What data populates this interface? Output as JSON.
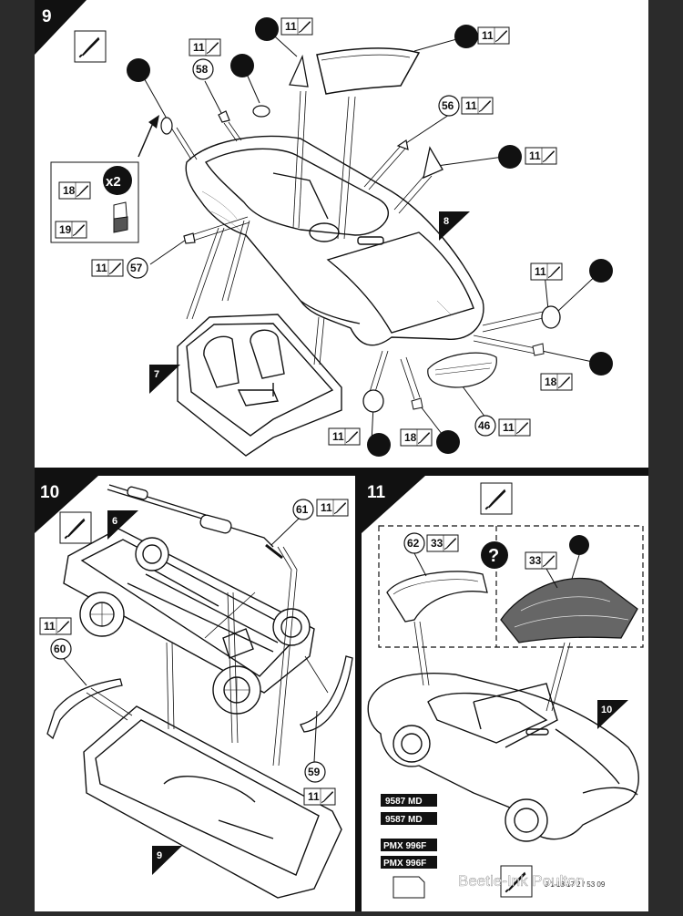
{
  "steps": {
    "s9": {
      "number": "9"
    },
    "s10": {
      "number": "10"
    },
    "s11": {
      "number": "11"
    }
  },
  "parts": {
    "p58": "58",
    "p56": "56",
    "p57": "57",
    "p46": "46",
    "p18a": "18",
    "p19": "19",
    "p18b": "18",
    "p18c": "18",
    "p61": "61",
    "p60": "60",
    "p59": "59",
    "p62": "62"
  },
  "paints": {
    "c11": "11",
    "c18": "18",
    "c19": "19",
    "c33": "33"
  },
  "labels": {
    "x2": "x2",
    "question": "?",
    "ref8": "8",
    "ref7": "7",
    "ref6": "6",
    "ref9": "9",
    "ref10": "10"
  },
  "plates": [
    "9587 MD",
    "9587 MD",
    "PMX 996F",
    "PMX 996F"
  ],
  "code": "J 1 18 17 2 / 53 09",
  "watermark": "Beetle-Ink Poulton",
  "colors": {
    "ink": "#111111",
    "paper": "#ffffff",
    "dark_panel": "#2b2b2b"
  }
}
